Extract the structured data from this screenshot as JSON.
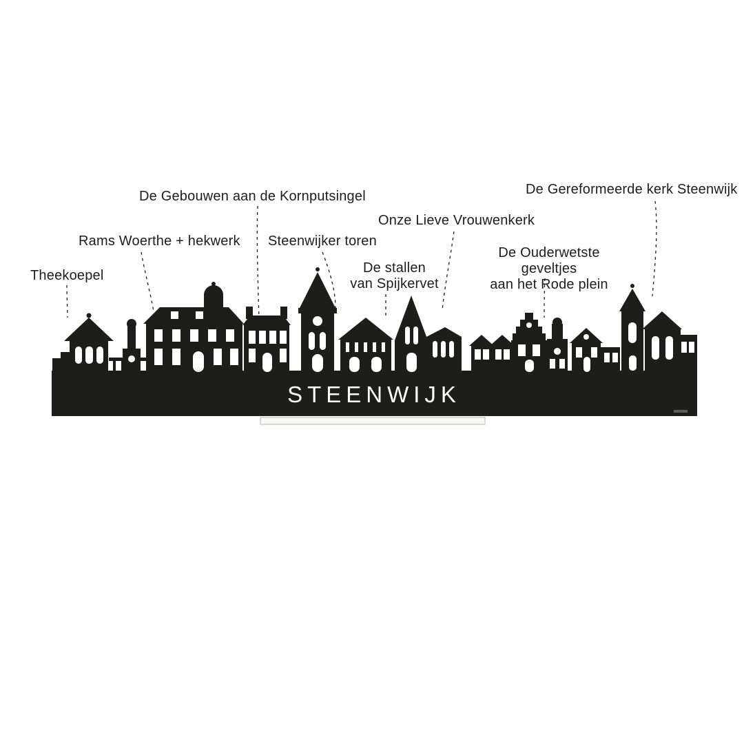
{
  "canvas": {
    "background": "#ffffff"
  },
  "skyline": {
    "name": "STEENWIJK",
    "silhouette_color": "#1d1d1b"
  },
  "labels": {
    "theekoepel": {
      "text": "Theekoepel"
    },
    "rams_woerthe": {
      "text": "Rams Woerthe + hekwerk"
    },
    "kornputsingel": {
      "text": "De Gebouwen aan de Kornputsingel"
    },
    "steenwijker_toren": {
      "text": "Steenwijker toren"
    },
    "stallen": {
      "line1": "De stallen",
      "line2": "van Spijkervet"
    },
    "vrouwenkerk": {
      "text": "Onze Lieve Vrouwenkerk"
    },
    "rode_plein": {
      "line1": "De Ouderwetste geveltjes",
      "line2": "aan het Rode plein"
    },
    "gereformeerde_kerk": {
      "text": "De Gereformeerde kerk Steenwijk"
    }
  }
}
